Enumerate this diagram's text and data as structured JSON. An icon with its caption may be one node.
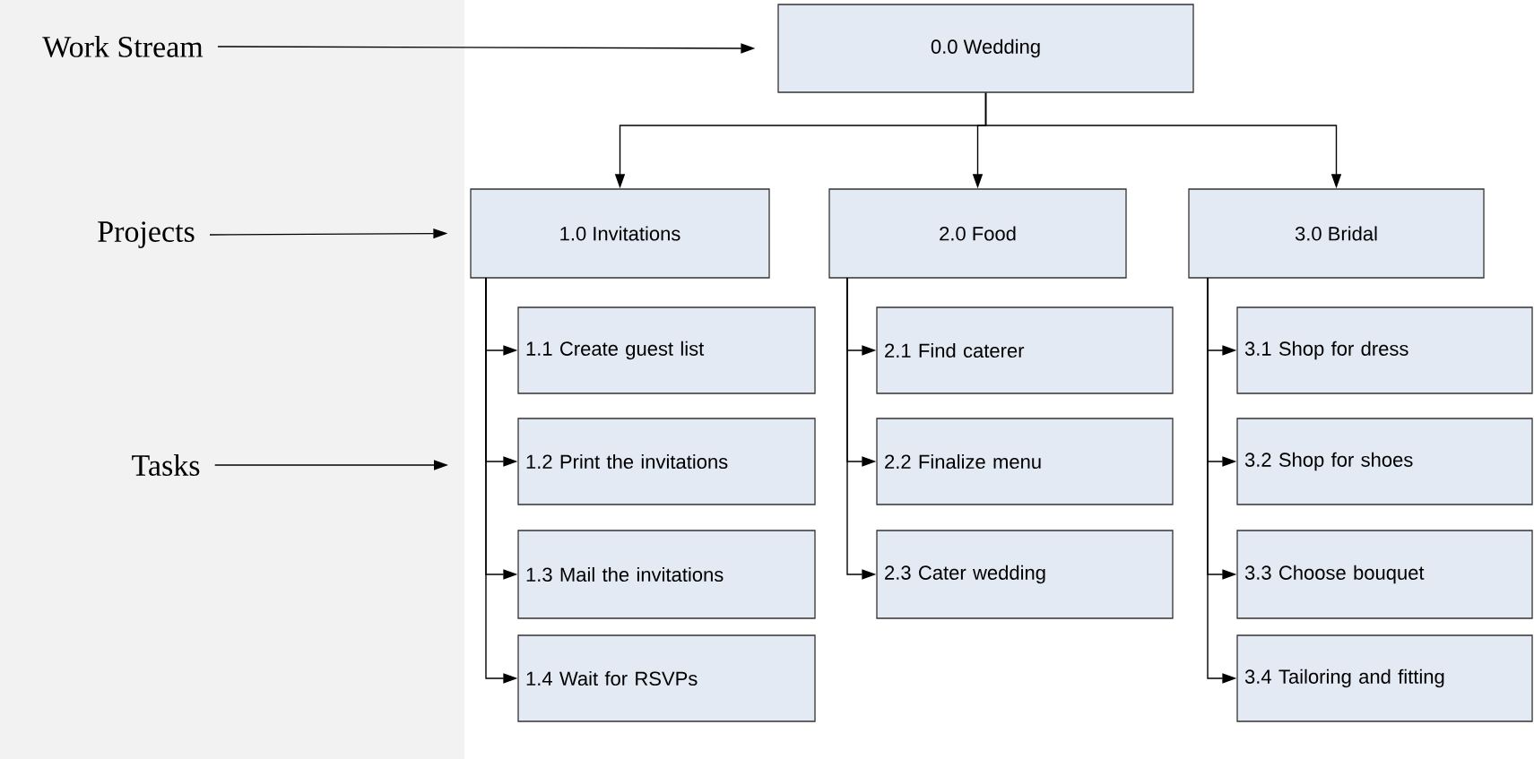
{
  "diagram": {
    "nodes": [
      {
        "text": [
          "Work Stream"
        ]
      },
      {
        "text": [
          "0.0 Wedding"
        ]
      },
      {
        "text": [
          "Projects"
        ]
      },
      {
        "text": [
          "1.0 Invitations"
        ]
      },
      {
        "text": [
          "2.0 Food"
        ]
      },
      {
        "text": [
          "3.0 Bridal"
        ]
      },
      {
        "text": [
          "Tasks"
        ]
      },
      {
        "text": [
          "1.1 Create guest list"
        ]
      },
      {
        "text": [
          "1.2 Print the invitations"
        ]
      },
      {
        "text": [
          "1.3 Mail the invitations"
        ]
      },
      {
        "text": [
          "1.4 Wait for RSVPs"
        ]
      },
      {
        "text": [
          "2.1 Find caterer"
        ]
      },
      {
        "text": [
          "2.2 Finalize menu"
        ]
      },
      {
        "text": [
          "2.3 Cater wedding"
        ]
      },
      {
        "text": [
          "3.1 Shop for dress"
        ]
      },
      {
        "text": [
          "3.2 Shop for shoes"
        ]
      },
      {
        "text": [
          "3.3 Choose bouquet"
        ]
      },
      {
        "text": [
          "3.4 Tailoring and fitting"
        ]
      }
    ],
    "edges": [
      {
        "from": 0,
        "to": 1,
        "arrow": "to"
      },
      {
        "from": 2,
        "to": 3,
        "arrow": "to"
      },
      {
        "from": 6,
        "to": null,
        "arrow": "to"
      },
      {
        "from": 1,
        "to": 3,
        "arrow": "to"
      },
      {
        "from": 1,
        "to": 4,
        "arrow": "to"
      },
      {
        "from": 1,
        "to": 5,
        "arrow": "to"
      },
      {
        "from": 3,
        "to": 7,
        "arrow": "to"
      },
      {
        "from": 3,
        "to": 8,
        "arrow": "to"
      },
      {
        "from": 3,
        "to": 9,
        "arrow": "to"
      },
      {
        "from": 3,
        "to": 10,
        "arrow": "to"
      },
      {
        "from": 4,
        "to": 11,
        "arrow": "to"
      },
      {
        "from": 4,
        "to": 12,
        "arrow": "to"
      },
      {
        "from": 4,
        "to": 13,
        "arrow": "to"
      },
      {
        "from": 5,
        "to": 14,
        "arrow": "to"
      },
      {
        "from": 5,
        "to": 15,
        "arrow": "to"
      },
      {
        "from": 5,
        "to": 16,
        "arrow": "to"
      },
      {
        "from": 5,
        "to": 17,
        "arrow": "to"
      }
    ]
  }
}
